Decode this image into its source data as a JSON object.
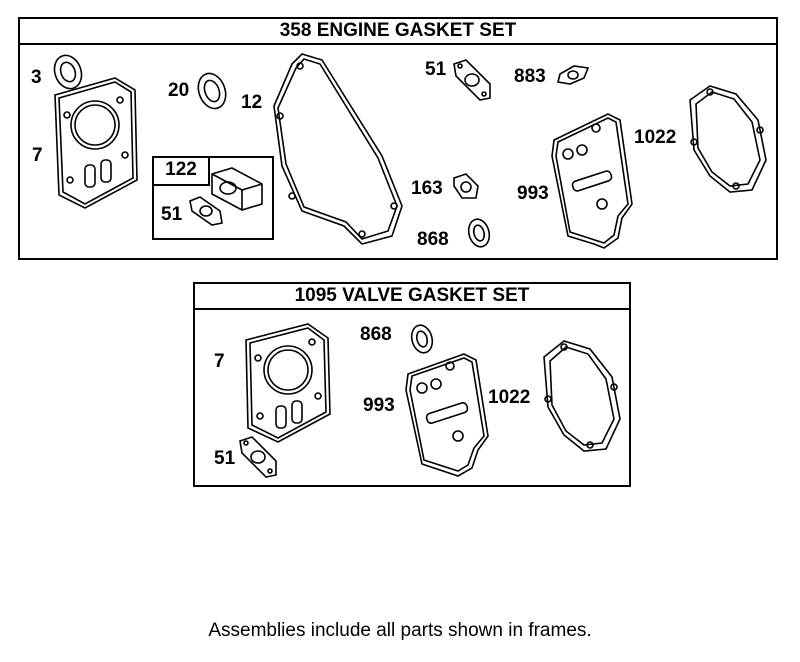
{
  "engine_set": {
    "title": "358 ENGINE GASKET SET",
    "labels": {
      "p3": "3",
      "p7": "7",
      "p20": "20",
      "p12": "12",
      "p122": "122",
      "p51a": "51",
      "p51b": "51",
      "p883": "883",
      "p163": "163",
      "p868": "868",
      "p993": "993",
      "p1022": "1022"
    }
  },
  "valve_set": {
    "title": "1095 VALVE GASKET SET",
    "labels": {
      "p7": "7",
      "p868": "868",
      "p993": "993",
      "p1022": "1022",
      "p51": "51"
    }
  },
  "caption": "Assemblies include all parts shown in frames."
}
